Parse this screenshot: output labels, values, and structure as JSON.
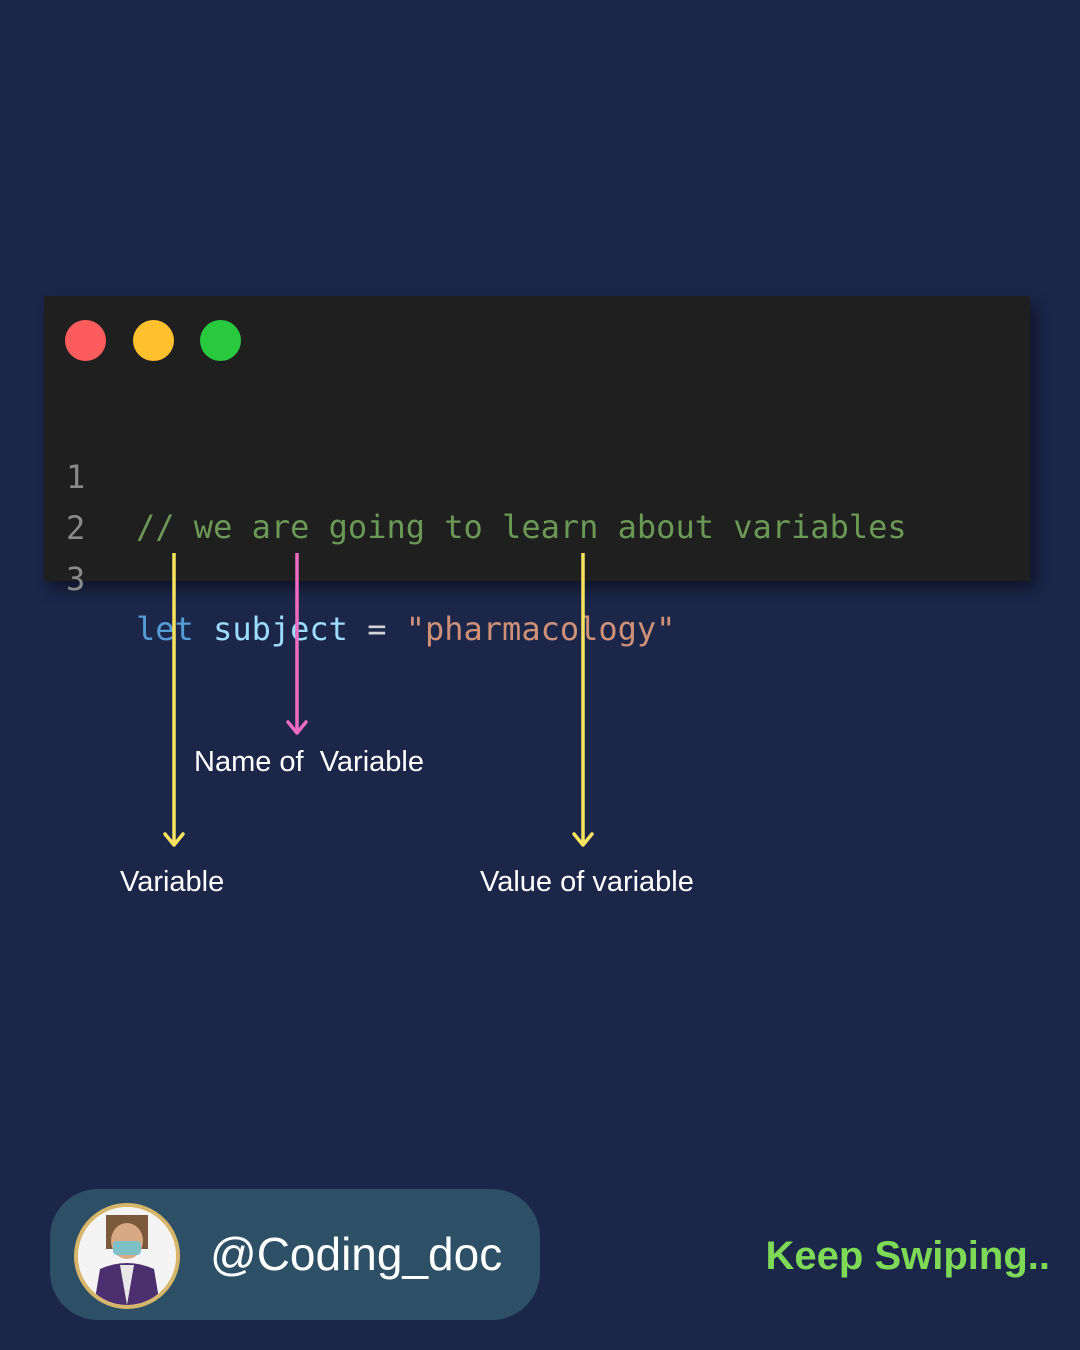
{
  "window_controls": {
    "close_color": "#fd5c5c",
    "minimize_color": "#fec02d",
    "maximize_color": "#28c93f"
  },
  "code": {
    "lines": [
      {
        "number": "1",
        "comment": "// we are going to learn about variables"
      },
      {
        "number": "2"
      },
      {
        "number": "3",
        "keyword": "let",
        "identifier": "subject",
        "operator": "=",
        "string": "\"pharmacology\""
      }
    ]
  },
  "annotations": {
    "name_of_variable": "Name of  Variable",
    "variable": "Variable",
    "value_of_variable": "Value of variable"
  },
  "arrow_colors": {
    "keyword": "#f7e35f",
    "name": "#ee6bc4",
    "value": "#f7e35f"
  },
  "footer": {
    "handle": "@Coding_doc",
    "cta": "Keep Swiping.."
  }
}
